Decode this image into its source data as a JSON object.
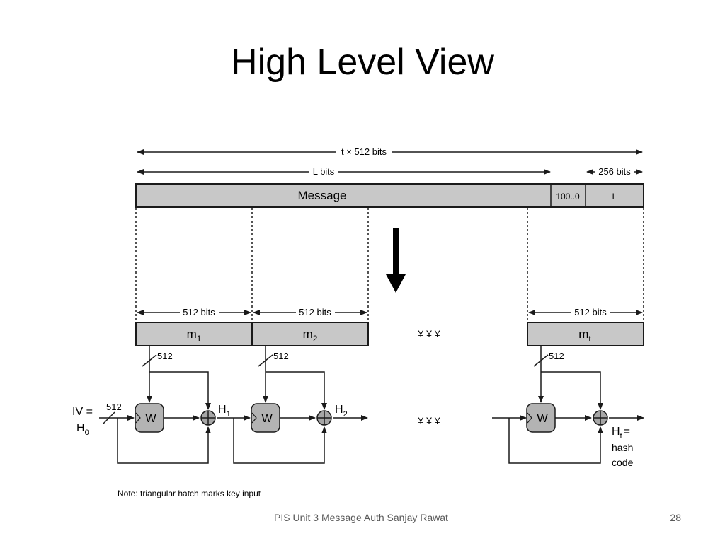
{
  "slide": {
    "title": "High Level View",
    "footer": "PIS Unit 3 Message Auth Sanjay Rawat",
    "page_number": "28"
  },
  "diagram": {
    "total_length_label": "t × 512 bits",
    "message_length_label": "L bits",
    "length_field_label": "256 bits",
    "message_label": "Message",
    "padding_label": "100..0",
    "length_label": "L",
    "block_size_label": "512 bits",
    "block_labels": [
      "m",
      "m",
      "m"
    ],
    "block_subscripts": [
      "1",
      "2",
      "t"
    ],
    "key_width_label": "512",
    "function_label": "W",
    "ellipsis": "¥ ¥ ¥",
    "iv_label": "IV =",
    "h0_main": "H",
    "h0_sub": "0",
    "h_main": "H",
    "h_subs": [
      "1",
      "2",
      "t"
    ],
    "hash_equals": "=",
    "hash_line1": "hash",
    "hash_line2": "code",
    "note": "Note: triangular hatch marks key input"
  },
  "colors": {
    "block_fill": "#c8c8c8",
    "function_fill": "#b3b3b3",
    "xor_fill": "#a6a6a6",
    "stroke": "#1a1a1a",
    "footer_text": "#595959"
  }
}
